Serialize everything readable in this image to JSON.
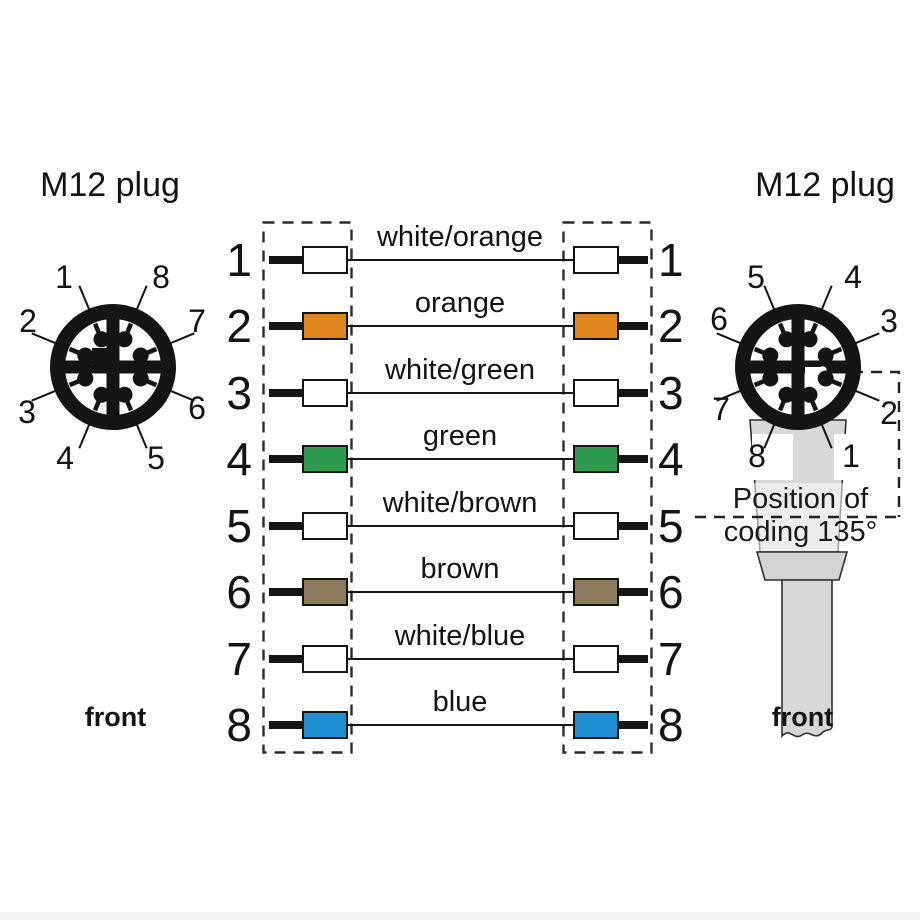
{
  "left_plug": {
    "title": "M12 plug",
    "front_label": "front",
    "pins": [
      "1",
      "8",
      "2",
      "7",
      "3",
      "6",
      "4",
      "5"
    ]
  },
  "right_plug": {
    "title": "M12 plug",
    "front_label": "front",
    "pins": [
      "5",
      "4",
      "6",
      "3",
      "7",
      "2",
      "8",
      "1"
    ],
    "coding_line1": "Position of",
    "coding_line2": "coding 135°"
  },
  "wires": [
    {
      "left_pin": "1",
      "right_pin": "1",
      "label": "white/orange",
      "color": "#ffffff"
    },
    {
      "left_pin": "2",
      "right_pin": "2",
      "label": "orange",
      "color": "#e0861f"
    },
    {
      "left_pin": "3",
      "right_pin": "3",
      "label": "white/green",
      "color": "#ffffff"
    },
    {
      "left_pin": "4",
      "right_pin": "4",
      "label": "green",
      "color": "#2f9b50"
    },
    {
      "left_pin": "5",
      "right_pin": "5",
      "label": "white/brown",
      "color": "#ffffff"
    },
    {
      "left_pin": "6",
      "right_pin": "6",
      "label": "brown",
      "color": "#8c7b5e"
    },
    {
      "left_pin": "7",
      "right_pin": "7",
      "label": "white/blue",
      "color": "#ffffff"
    },
    {
      "left_pin": "8",
      "right_pin": "8",
      "label": "blue",
      "color": "#1f8fd1"
    }
  ]
}
